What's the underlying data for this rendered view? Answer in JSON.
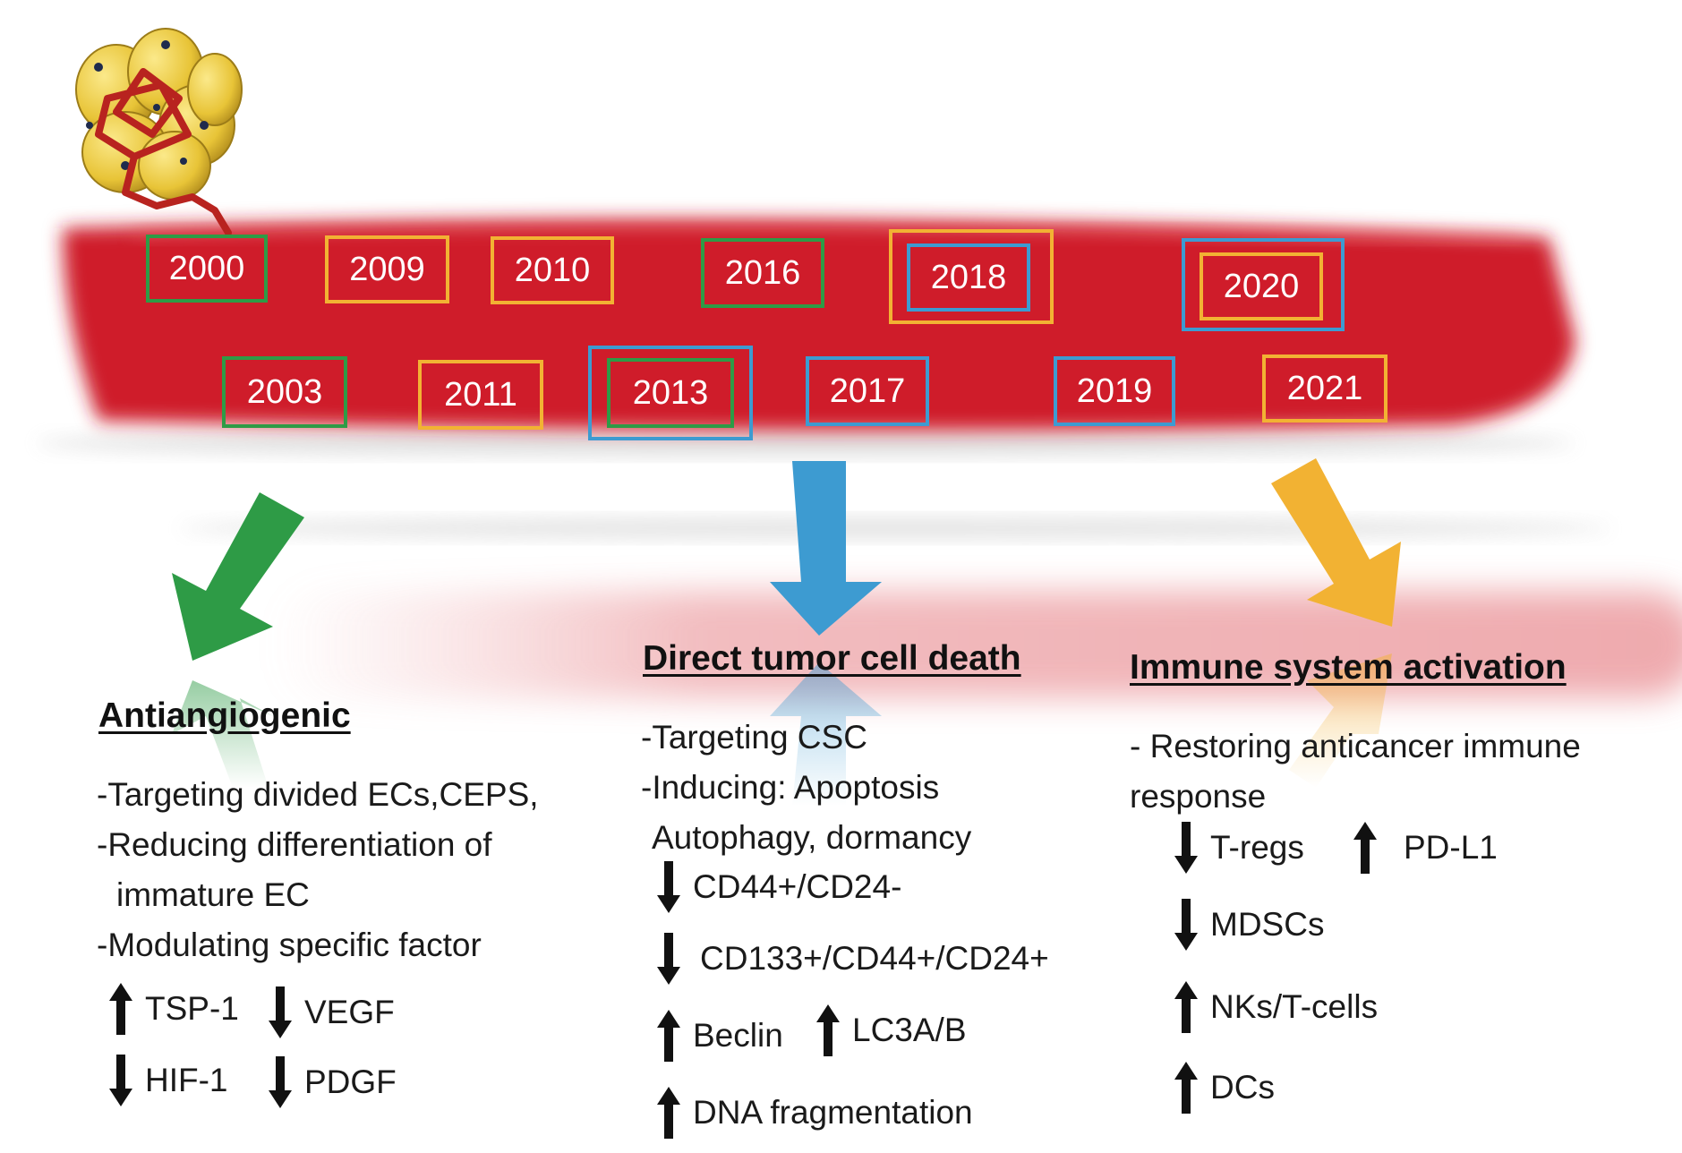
{
  "timeline": {
    "years_top": [
      {
        "label": "2000",
        "frames": [
          "green"
        ]
      },
      {
        "label": "2009",
        "frames": [
          "orange"
        ]
      },
      {
        "label": "2010",
        "frames": [
          "orange"
        ]
      },
      {
        "label": "2016",
        "frames": [
          "green"
        ]
      },
      {
        "label": "2018",
        "frames": [
          "orange",
          "blue"
        ]
      },
      {
        "label": "2020",
        "frames": [
          "blue",
          "orange"
        ]
      }
    ],
    "years_bottom": [
      {
        "label": "2003",
        "frames": [
          "green"
        ]
      },
      {
        "label": "2011",
        "frames": [
          "orange"
        ]
      },
      {
        "label": "2013",
        "frames": [
          "blue",
          "green"
        ]
      },
      {
        "label": "2017",
        "frames": [
          "blue"
        ]
      },
      {
        "label": "2019",
        "frames": [
          "blue"
        ]
      },
      {
        "label": "2021",
        "frames": [
          "orange"
        ]
      }
    ]
  },
  "colors": {
    "vessel": "#cf1f2a",
    "green": "#2e9b46",
    "orange": "#f2b233",
    "blue": "#3d9bd1",
    "tumor": "#e8c437",
    "strand": "#b8231f"
  },
  "antiangiogenic": {
    "heading": "Antiangiogenic",
    "lines": [
      "-Targeting divided ECs,CEPS,",
      "-Reducing differentiation of",
      "immature EC",
      "-Modulating specific factor"
    ],
    "markers": [
      {
        "dir": "up",
        "label": "TSP-1"
      },
      {
        "dir": "down",
        "label": "VEGF"
      },
      {
        "dir": "down",
        "label": "HIF-1"
      },
      {
        "dir": "down",
        "label": "PDGF"
      }
    ]
  },
  "direct_death": {
    "heading": "Direct tumor cell death",
    "lines": [
      "-Targeting CSC",
      "-Inducing: Apoptosis",
      "Autophagy,  dormancy"
    ],
    "markers": [
      {
        "dir": "down",
        "label": "CD44+/CD24-"
      },
      {
        "dir": "down",
        "label": "CD133+/CD44+/CD24+"
      },
      {
        "dir": "up",
        "label": "Beclin"
      },
      {
        "dir": "up",
        "label": "LC3A/B"
      },
      {
        "dir": "up",
        "label": "DNA fragmentation"
      }
    ]
  },
  "immune": {
    "heading": "Immune system activation",
    "lines": [
      "- Restoring anticancer immune",
      "response"
    ],
    "markers": [
      {
        "dir": "down",
        "label": "T-regs"
      },
      {
        "dir": "up",
        "label": "PD-L1"
      },
      {
        "dir": "down",
        "label": "MDSCs"
      },
      {
        "dir": "up",
        "label": "NKs/T-cells"
      },
      {
        "dir": "up",
        "label": "DCs"
      }
    ]
  }
}
